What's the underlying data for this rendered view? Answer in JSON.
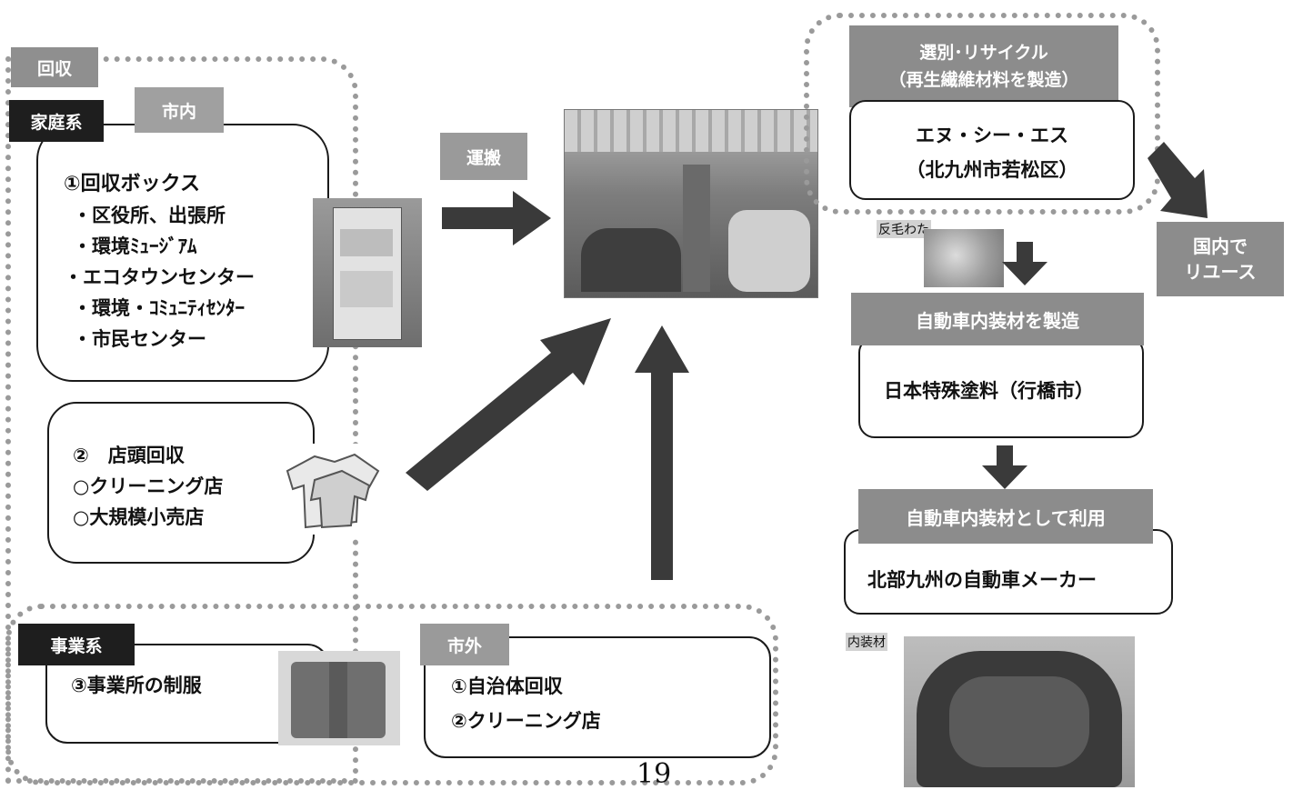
{
  "collection": {
    "tag": "回収",
    "household": {
      "tag": "家庭系",
      "city_tag": "市内",
      "box1_lines": [
        "①回収ボックス",
        "・区役所、出張所",
        "・環境ﾐｭｰｼﾞｱﾑ",
        "・エコタウンセンター",
        "・環境・ｺﾐｭﾆﾃｨｾﾝﾀｰ",
        "・市民センター"
      ],
      "box2_lines": [
        "②　店頭回収",
        "○クリーニング店",
        "○大規模小売店"
      ]
    },
    "business": {
      "tag": "事業系",
      "line": "③事業所の制服"
    },
    "outside": {
      "tag": "市外",
      "lines": [
        "①自治体回収",
        "②クリーニング店"
      ]
    }
  },
  "transport_label": "運搬",
  "sorting": {
    "title_lines": [
      "選別･リサイクル",
      "（再生繊維材料を製造）"
    ],
    "company_lines": [
      "エヌ・シー・エス",
      "（北九州市若松区）"
    ]
  },
  "reuse_label_lines": [
    "国内で",
    "リユース"
  ],
  "wool_label": "反毛わた",
  "interior_mfg": {
    "title": "自動車内装材を製造",
    "company": "日本特殊塗料（行橋市）"
  },
  "interior_use": {
    "title": "自動車内装材として利用",
    "company": "北部九州の自動車メーカー"
  },
  "interior_label": "内装材",
  "page_number": "19",
  "colors": {
    "tag_gray": "#8f8f8f",
    "tag_black": "#1e1e1e",
    "arrow": "#3a3a3a",
    "dotted": "#9a9a9a"
  }
}
